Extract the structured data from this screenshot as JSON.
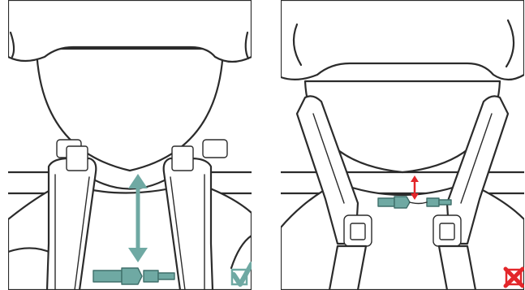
{
  "panels": [
    {
      "id": "correct",
      "indicator": "check-mark",
      "arrow_color": "#6fa9a3",
      "mark_color": "#6fa9a3"
    },
    {
      "id": "incorrect",
      "indicator": "cross-mark",
      "arrow_color": "#e3262a",
      "mark_color": "#e3262a"
    }
  ],
  "colors": {
    "line": "#2b2b2b",
    "buckle": "#6fa9a3",
    "background": "#ffffff"
  }
}
